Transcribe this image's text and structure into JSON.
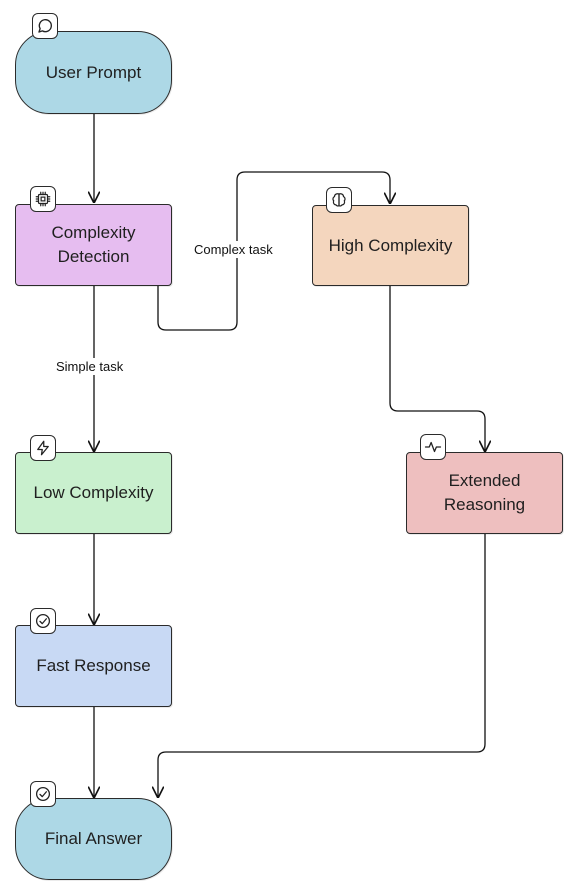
{
  "nodes": {
    "user_prompt": {
      "label": "User Prompt",
      "color": "#add8e6",
      "icon": "chat-bubble-icon"
    },
    "complexity_detection": {
      "label": "Complexity\nDetection",
      "color": "#e6bdf0",
      "icon": "cpu-chip-icon"
    },
    "high_complexity": {
      "label": "High Complexity",
      "color": "#f4d6be",
      "icon": "brain-icon"
    },
    "low_complexity": {
      "label": "Low Complexity",
      "color": "#c9f0ce",
      "icon": "lightning-icon"
    },
    "extended_reasoning": {
      "label": "Extended\nReasoning",
      "color": "#eebfbf",
      "icon": "pulse-icon"
    },
    "fast_response": {
      "label": "Fast Response",
      "color": "#c8d9f4",
      "icon": "check-circle-icon"
    },
    "final_answer": {
      "label": "Final Answer",
      "color": "#add8e6",
      "icon": "check-circle-icon"
    }
  },
  "edges": {
    "complex_label": "Complex task",
    "simple_label": "Simple task"
  }
}
